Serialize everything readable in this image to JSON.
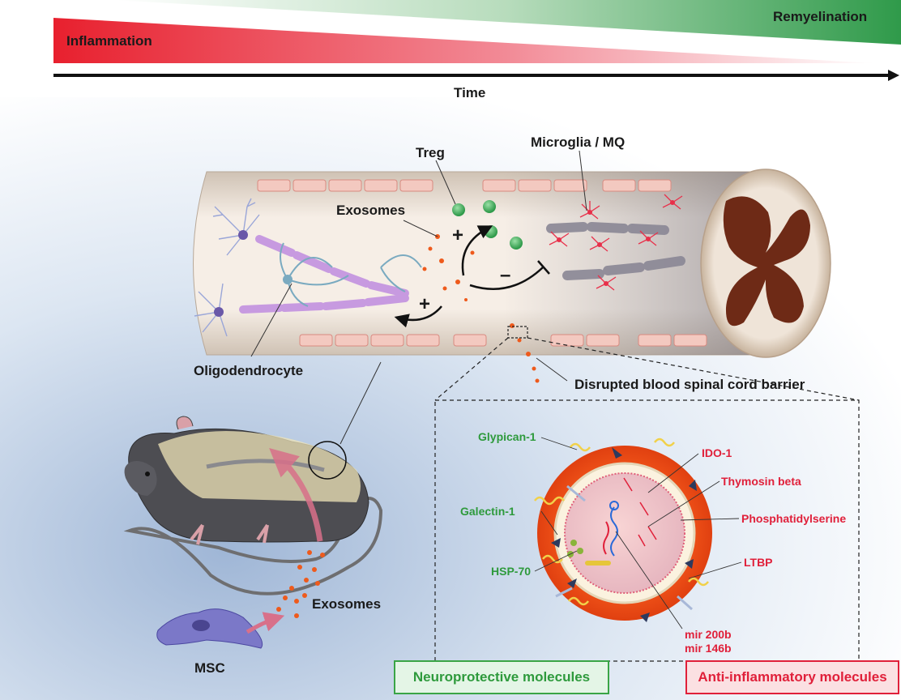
{
  "timeline": {
    "left_label": "Inflammation",
    "right_label": "Remyelination",
    "axis_label": "Time"
  },
  "spinal_cord": {
    "treg_label": "Treg",
    "microglia_label": "Microglia / MQ",
    "exosomes_label": "Exosomes",
    "oligodendrocyte_label": "Oligodendrocyte",
    "barrier_label": "Disrupted blood spinal cord barrier",
    "plus_sign": "+",
    "minus_sign": "–"
  },
  "mouse": {
    "exosomes_label": "Exosomes",
    "msc_label": "MSC"
  },
  "exosome_detail": {
    "neuroprotective": [
      "Glypican-1",
      "Galectin-1",
      "HSP-70"
    ],
    "anti_inflammatory": [
      "IDO-1",
      "Thymosin beta",
      "Phosphatidylserine",
      "LTBP"
    ],
    "mirna": [
      "mir 200b",
      "mir 146b"
    ]
  },
  "legend": {
    "neuroprotective_label": "Neuroprotective  molecules",
    "anti_inflammatory_label": "Anti-inflammatory molecules"
  },
  "colors": {
    "inflammation": "#e8202e",
    "remyelination": "#2f9a4a",
    "green_text": "#2e9a3c",
    "red_text": "#e0203a",
    "exosome_orange": "#ee5a1c",
    "myelin_purple": "#c79ae0",
    "cord_brown": "#6e2a16"
  }
}
